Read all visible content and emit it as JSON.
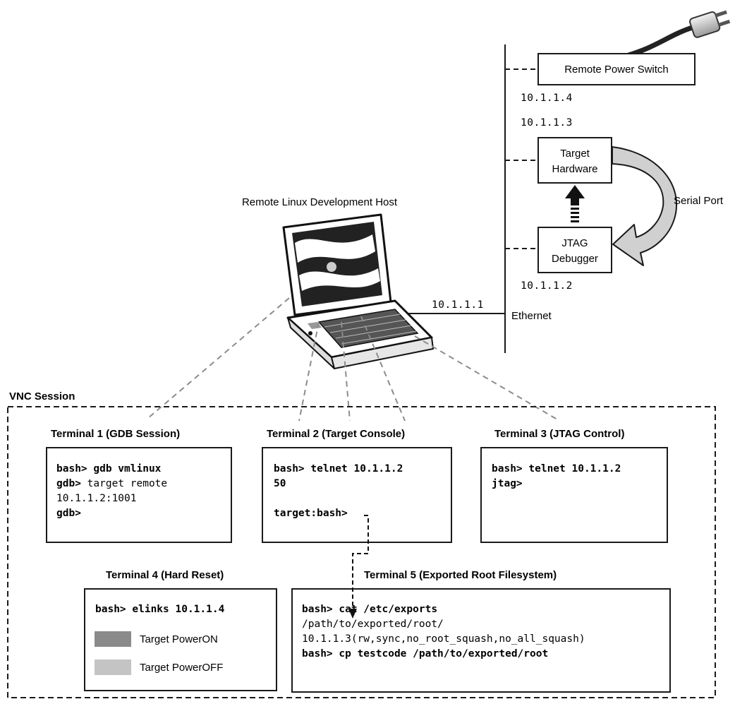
{
  "network": {
    "host_label": "Remote Linux Development Host",
    "host_ip": "10.1.1.1",
    "ethernet_label": "Ethernet",
    "serial_port_label": "Serial Port",
    "remote_power_switch": {
      "label": "Remote Power Switch",
      "ip": "10.1.1.4"
    },
    "target_hardware": {
      "line1": "Target",
      "line2": "Hardware",
      "ip": "10.1.1.3"
    },
    "jtag_debugger": {
      "line1": "JTAG",
      "line2": "Debugger",
      "ip": "10.1.1.2"
    }
  },
  "vnc": {
    "label": "VNC Session",
    "terminal1": {
      "title": "Terminal 1 (GDB Session)",
      "lines": [
        {
          "prompt": "bash>",
          "text": " gdb vmlinux"
        },
        {
          "prompt": "gdb>",
          "text": " target remote"
        },
        {
          "prompt": "",
          "text": "10.1.1.2:1001"
        },
        {
          "prompt": "gdb>",
          "text": ""
        }
      ]
    },
    "terminal2": {
      "title": "Terminal 2 (Target Console)",
      "lines": [
        {
          "prompt": "bash>",
          "text": " telnet 10.1.1.2"
        },
        {
          "prompt": "",
          "text": "50"
        },
        {
          "prompt": "",
          "text": ""
        },
        {
          "prompt": "target:bash>",
          "text": ""
        }
      ]
    },
    "terminal3": {
      "title": "Terminal 3 (JTAG Control)",
      "lines": [
        {
          "prompt": "bash>",
          "text": " telnet 10.1.1.2"
        },
        {
          "prompt": "jtag>",
          "text": ""
        }
      ]
    },
    "terminal4": {
      "title": "Terminal 4 (Hard Reset)",
      "command": "bash> elinks 10.1.1.4",
      "buttons": [
        {
          "label": "Target PowerON",
          "color": "#8a8a8a"
        },
        {
          "label": "Target PowerOFF",
          "color": "#c4c4c4"
        }
      ]
    },
    "terminal5": {
      "title": "Terminal 5 (Exported Root Filesystem)",
      "lines": [
        {
          "prompt": "bash>",
          "text": " cat /etc/exports"
        },
        {
          "prompt": "",
          "text": "/path/to/exported/root/"
        },
        {
          "prompt": "",
          "text": "10.1.1.3(rw,sync,no_root_squash,no_all_squash)"
        },
        {
          "prompt": "bash>",
          "text": " cp testcode /path/to/exported/root"
        }
      ]
    }
  },
  "colors": {
    "line": "#1a1a1a",
    "dashed_link": "#8c8c8c",
    "arrow_fill": "#d0d0d0",
    "cord": "#222222"
  }
}
